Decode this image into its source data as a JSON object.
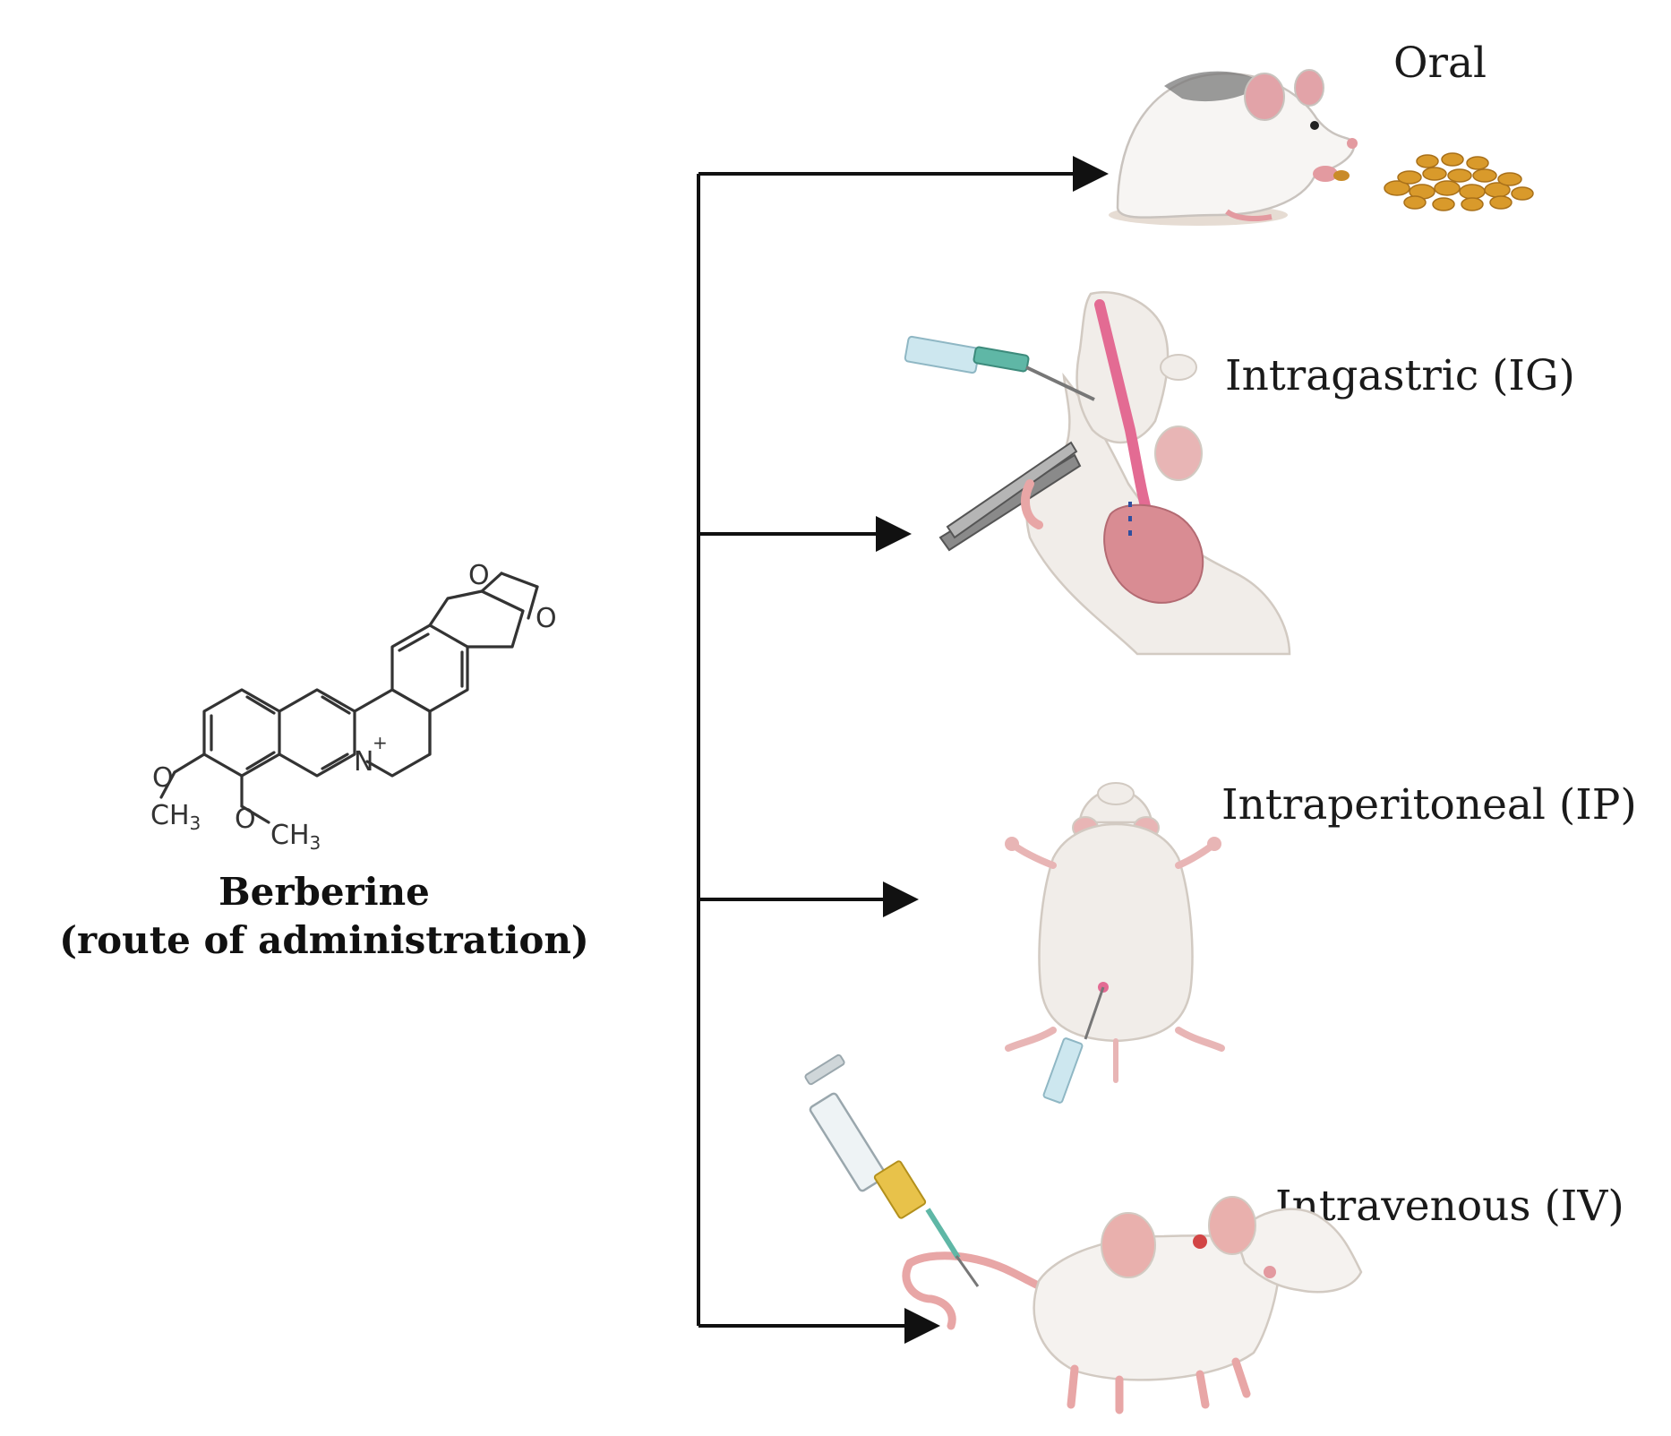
{
  "compound": {
    "name": "Berberine",
    "subtitle": "(route of administration)",
    "atoms": {
      "nitrogen": "N",
      "nitrogen_charge": "+",
      "oxygen": "O",
      "methyl_c": "CH",
      "methyl_sub": "3"
    }
  },
  "routes": [
    {
      "label": "Oral",
      "illustration": "mouse-eating-pellets-icon"
    },
    {
      "label": "Intragastric (IG)",
      "illustration": "gavage-needle-mouse-icon"
    },
    {
      "label": "Intraperitoneal (IP)",
      "illustration": "supine-mouse-injection-icon"
    },
    {
      "label": "Intravenous (IV)",
      "illustration": "tail-vein-injection-mouse-icon"
    }
  ],
  "colors": {
    "line": "#111111",
    "mouse_body": "#f3efeb",
    "mouse_skin": "#e9a6a6",
    "pellets": "#d99a2b",
    "syringe_fluid": "#e8c24a",
    "needle_hub": "#5fb7a6",
    "stomach": "#d98c93"
  }
}
